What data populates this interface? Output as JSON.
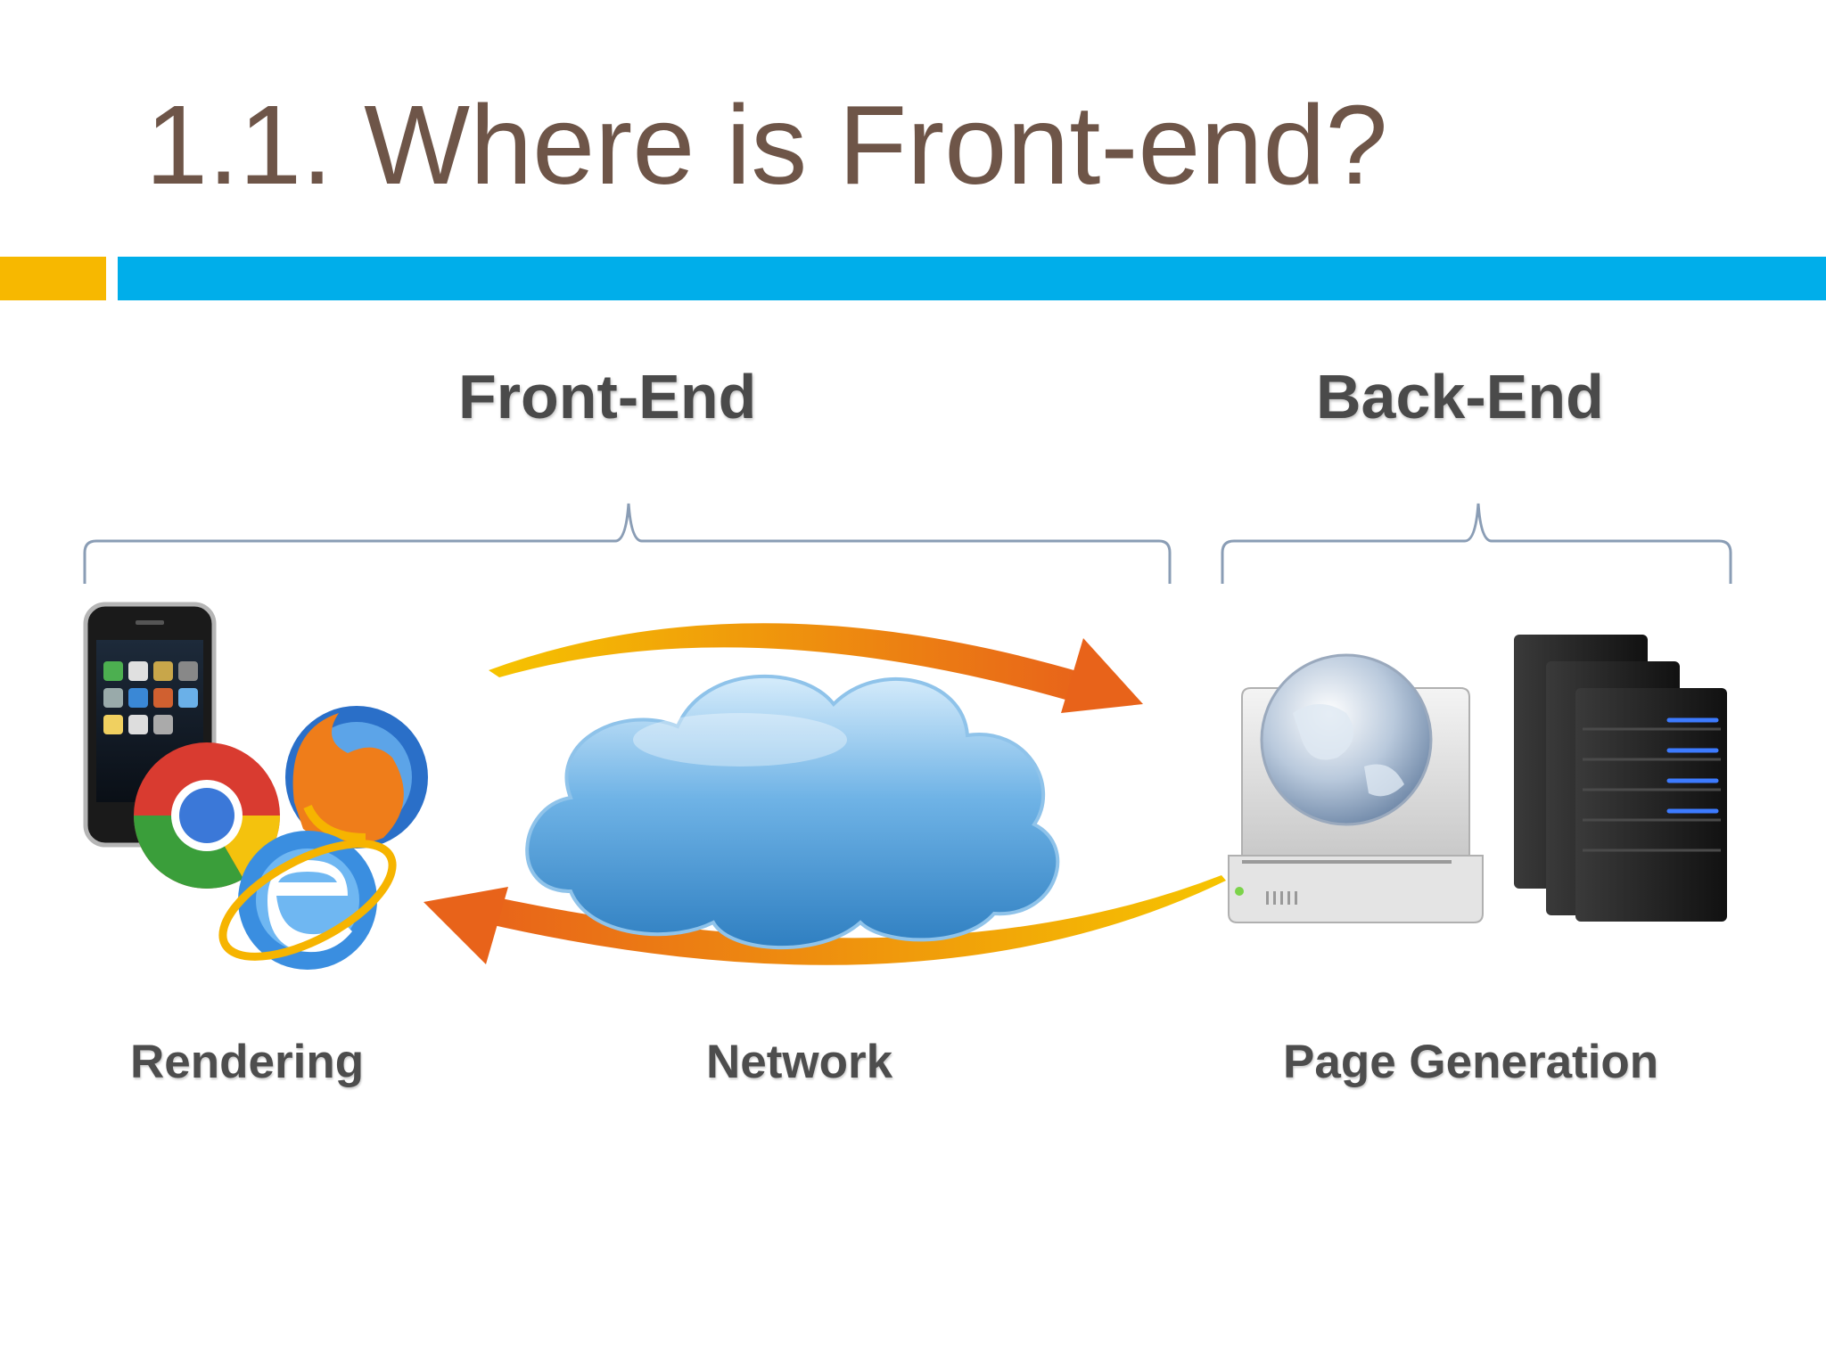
{
  "slide": {
    "title": "1.1. Where is Front-end?"
  },
  "colors": {
    "title_text": "#6e5548",
    "accent_orange": "#f7b800",
    "accent_blue": "#00aeea",
    "bracket": "#8a9db5",
    "arrow_start": "#f6c400",
    "arrow_end": "#e8631a",
    "cloud_light": "#d6ecfb",
    "cloud_dark": "#2f7fc1"
  },
  "sections": {
    "front_end": "Front-End",
    "back_end": "Back-End"
  },
  "captions": {
    "rendering": "Rendering",
    "network": "Network",
    "page_generation": "Page Generation"
  },
  "icons": {
    "phone": "smartphone-icon",
    "chrome": "chrome-browser-icon",
    "firefox": "firefox-browser-icon",
    "ie": "internet-explorer-icon",
    "cloud": "cloud-icon",
    "web_server": "web-server-globe-icon",
    "server_rack": "server-rack-icon"
  }
}
